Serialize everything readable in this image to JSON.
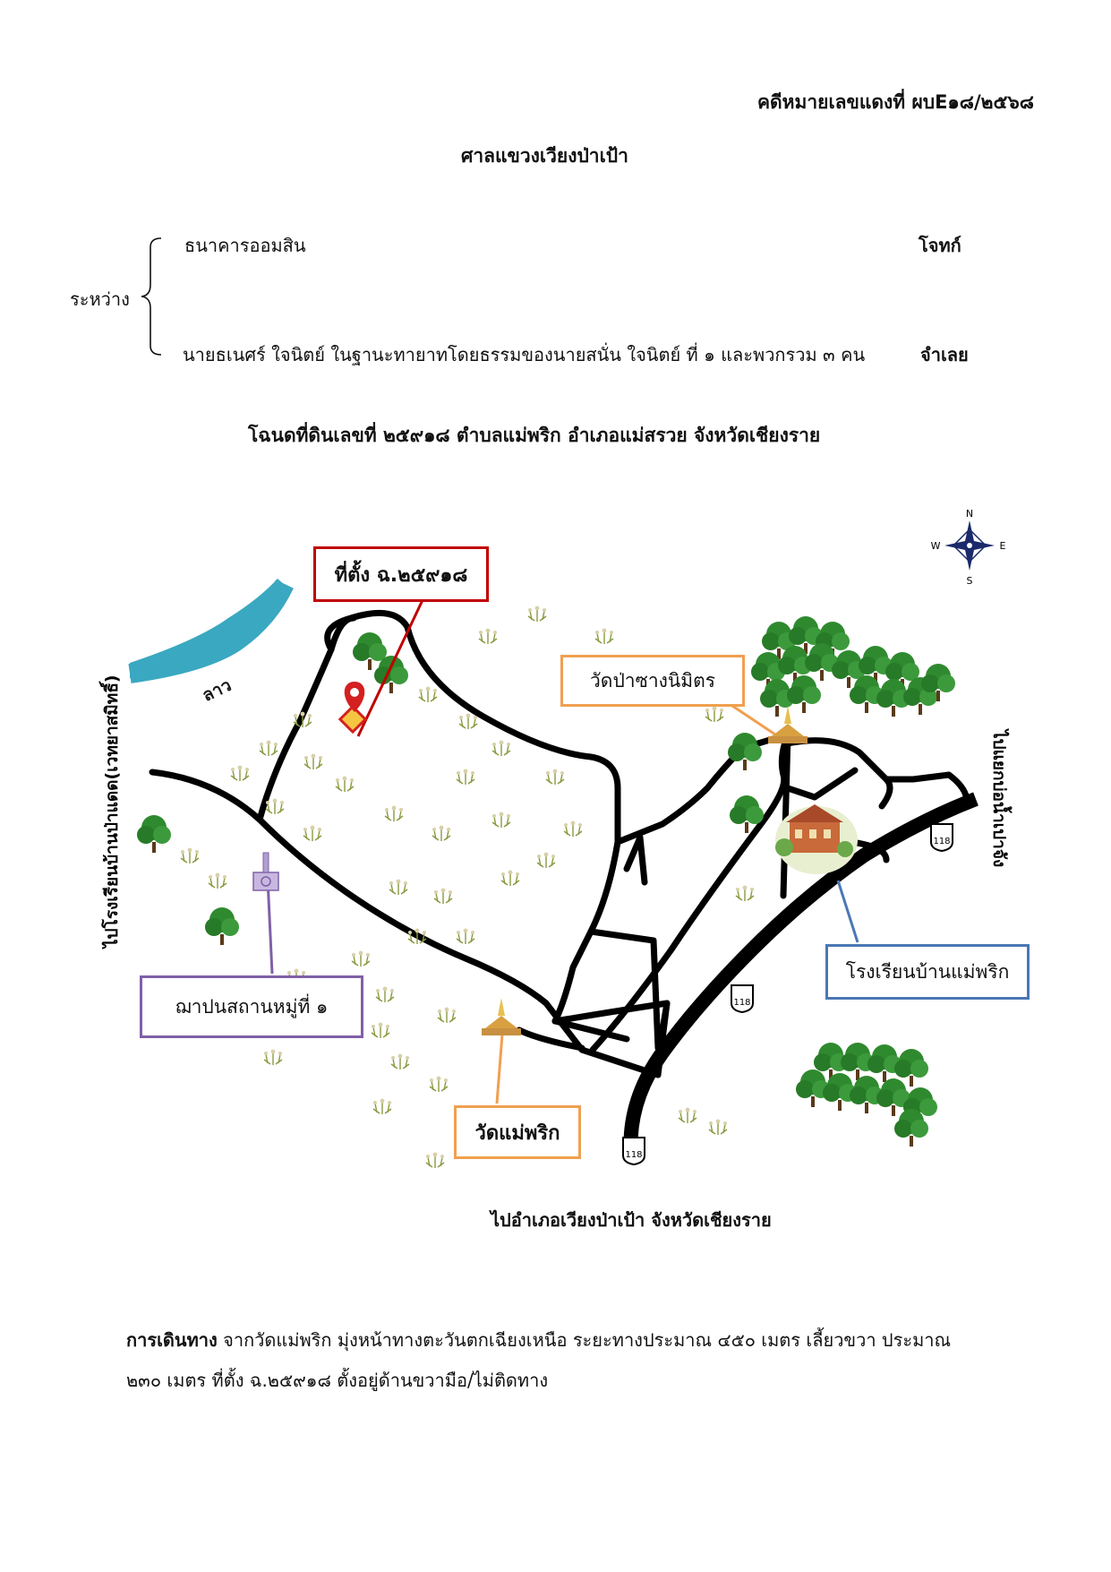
{
  "header": {
    "case_number": "คดีหมายเลขแดงที่ ผบE๑๘/๒๕๖๘",
    "court": "ศาลแขวงเวียงป่าเป้า"
  },
  "parties": {
    "between_label": "ระหว่าง",
    "plaintiff_name": "ธนาคารออมสิน",
    "plaintiff_role": "โจทก์",
    "defendant_name": "นายธเนศร์ ใจนิตย์ ในฐานะทายาทโดยธรรมของนายสนั่น ใจนิตย์ ที่ ๑ และพวกรวม ๓ คน",
    "defendant_role": "จำเลย"
  },
  "deed_title": "โฉนดที่ดินเลขที่ ๒๕๙๑๘ ตำบลแม่พริก อำเภอแม่สรวย จังหวัดเชียงราย",
  "map": {
    "compass": {
      "n": "N",
      "s": "S",
      "e": "E",
      "w": "W"
    },
    "location_label": "ที่ตั้ง ฉ.๒๕๙๑๘",
    "river_label": "ลาว",
    "temple_north_label": "วัดป่าซางนิมิตร",
    "school_label": "โรงเรียนบ้านแม่พริก",
    "crematorium_label": "ฌาปนสถานหมู่ที่ ๑",
    "temple_south_label": "วัดแม่พริก",
    "west_direction": "ไปโรงเรียนบ้านป่าแดด(เวทยาสมิทธิ์)",
    "east_direction": "ไปแยกบ่อน้ำเปาจัง",
    "south_direction": "ไปอำเภอเวียงป่าเป้า จังหวัดเชียงราย",
    "highway_number": "118",
    "colors": {
      "location_box": "#c00000",
      "pin": "#d42020",
      "river": "#3aa8c1",
      "temple_box": "#f0a050",
      "school_box": "#4a78b4",
      "crematorium_box": "#8060a8",
      "road": "#000000",
      "tree": "#2f8a2f"
    }
  },
  "directions": {
    "label": "การเดินทาง",
    "text_line1": "จากวัดแม่พริก มุ่งหน้าทางตะวันตกเฉียงเหนือ ระยะทางประมาณ ๔๕๐ เมตร เลี้ยวขวา ประมาณ",
    "text_line2": "๒๓๐ เมตร ที่ตั้ง ฉ.๒๕๙๑๘ ตั้งอยู่ด้านขวามือ/ไม่ติดทาง"
  }
}
